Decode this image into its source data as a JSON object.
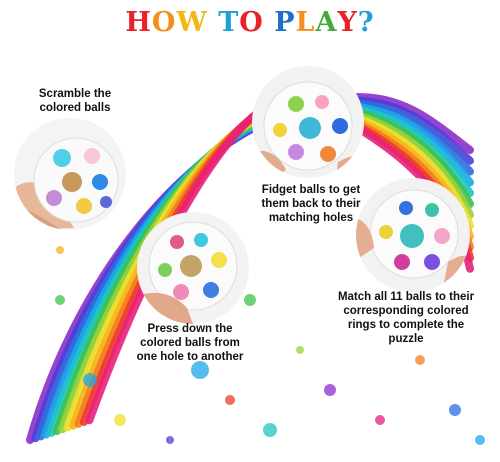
{
  "title": "HOW TO PLAY?",
  "title_letter_colors": [
    "#e8212a",
    "#f48f1d",
    "#f1b814",
    "#46a83f",
    "#1e9fd6",
    "#e8212a",
    "#9c3fb0",
    "#1e6fc9",
    "#f48f1d",
    "#46a83f",
    "#e8212a",
    "#1e9fd6"
  ],
  "steps": [
    {
      "text": "Scramble the colored balls"
    },
    {
      "text": "Fidget balls to get them back to their matching holes"
    },
    {
      "text": "Press down the colored balls from one hole to another"
    },
    {
      "text": "Match all 11 balls to their corresponding colored rings to complete the puzzle"
    }
  ],
  "rainbow_colors": [
    "#8b2fc9",
    "#4b3fd6",
    "#2a6fe0",
    "#1aa7e8",
    "#1ec7c0",
    "#3cc24b",
    "#9ad23a",
    "#f2e02c",
    "#f7b21d",
    "#f47c1e",
    "#ee3b2a",
    "#e8207a"
  ]
}
